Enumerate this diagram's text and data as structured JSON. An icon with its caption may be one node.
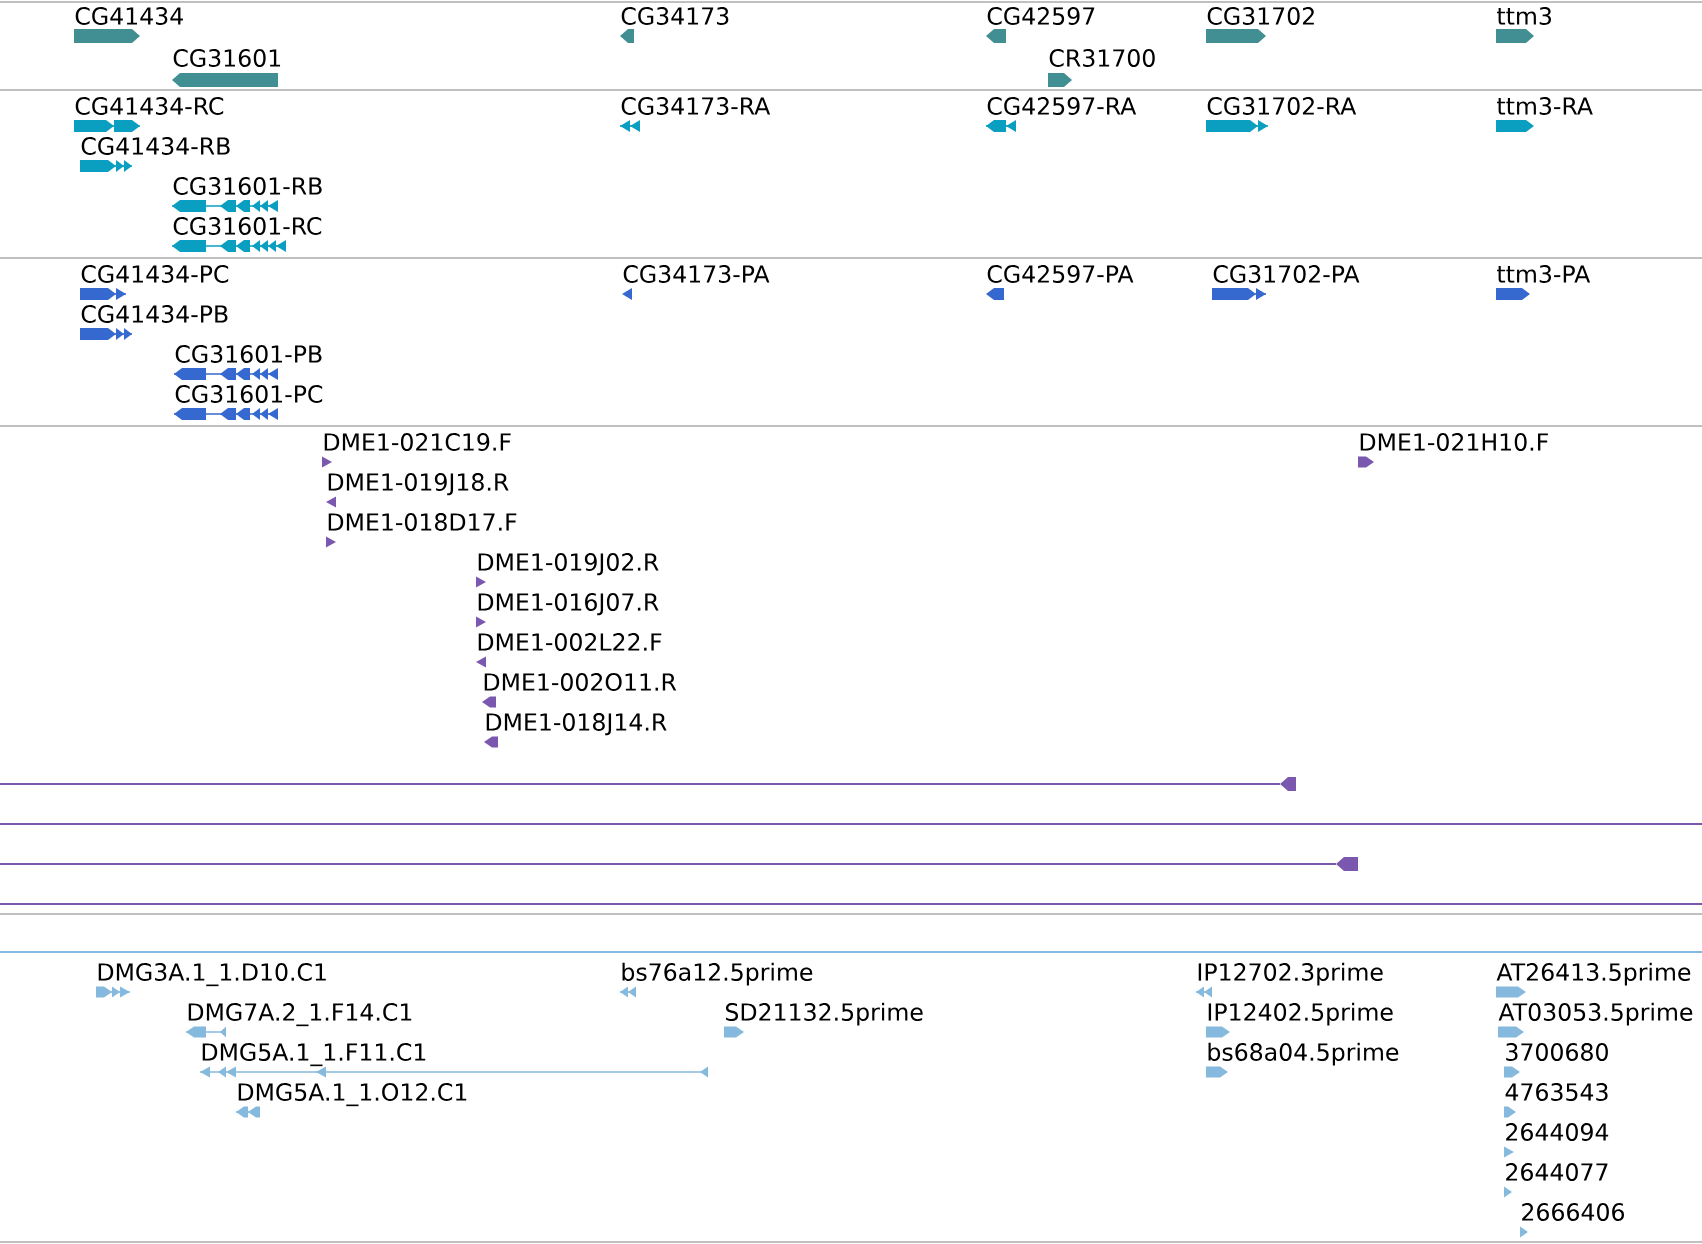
{
  "diagram": {
    "labels": [
      "CG41434",
      "CG34173",
      "CG42597",
      "CG31702",
      "ttm3",
      "CG31601",
      "CR31700",
      "CG41434-RC",
      "CG34173-RA",
      "CG42597-RA",
      "CG31702-RA",
      "ttm3-RA",
      "CG41434-RB",
      "CG31601-RB",
      "CG31601-RC",
      "CG41434-PC",
      "CG34173-PA",
      "CG42597-PA",
      "CG31702-PA",
      "ttm3-PA",
      "CG41434-PB",
      "CG31601-PB",
      "CG31601-PC",
      "DME1-021C19.F",
      "DME1-021H10.F",
      "DME1-019J18.R",
      "DME1-018D17.F",
      "DME1-019J02.R",
      "DME1-016J07.R",
      "DME1-002L22.F",
      "DME1-002O11.R",
      "DME1-018J14.R",
      "DMG3A.1_1.D10.C1",
      "bs76a12.5prime",
      "IP12702.3prime",
      "AT26413.5prime",
      "DMG7A.2_1.F14.C1",
      "SD21132.5prime",
      "IP12402.5prime",
      "AT03053.5prime",
      "DMG5A.1_1.F11.C1",
      "bs68a04.5prime",
      "3700680",
      "DMG5A.1_1.O12.C1",
      "4763543",
      "2644094",
      "2644077",
      "2666406"
    ]
  }
}
